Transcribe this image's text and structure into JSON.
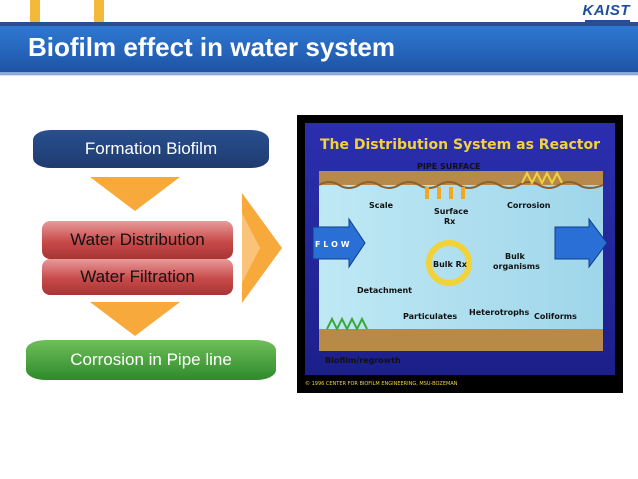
{
  "header": {
    "logo": "KAIST",
    "title": "Biofilm effect in water system"
  },
  "flow": {
    "step1": "Formation Biofilm",
    "step2": "Water Distribution",
    "step3": "Water Filtration",
    "step4": "Corrosion in Pipe line"
  },
  "photo": {
    "title": "The Distribution System as Reactor",
    "pipe_surface": "PIPE SURFACE",
    "scale": "Scale",
    "surface_rx": "Surface",
    "surface_rx2": "Rx",
    "corrosion": "Corrosion",
    "flow_label": "F L O W",
    "bulk_rx": "Bulk Rx",
    "bulk_organisms": "Bulk",
    "bulk_organisms2": "organisms",
    "detachment": "Detachment",
    "particulates": "Particulates",
    "heterotrophs": "Heterotrophs",
    "coliforms": "Coliforms",
    "biofilm_regrowth": "Biofilm/regrowth",
    "credit": "© 1996 CENTER FOR BIOFILM ENGINEERING, MSU-BOZEMAN"
  },
  "colors": {
    "title_blue": "#2563b9",
    "arrow_orange": "#f7a93b",
    "accent_yellow": "#f2b93b"
  }
}
